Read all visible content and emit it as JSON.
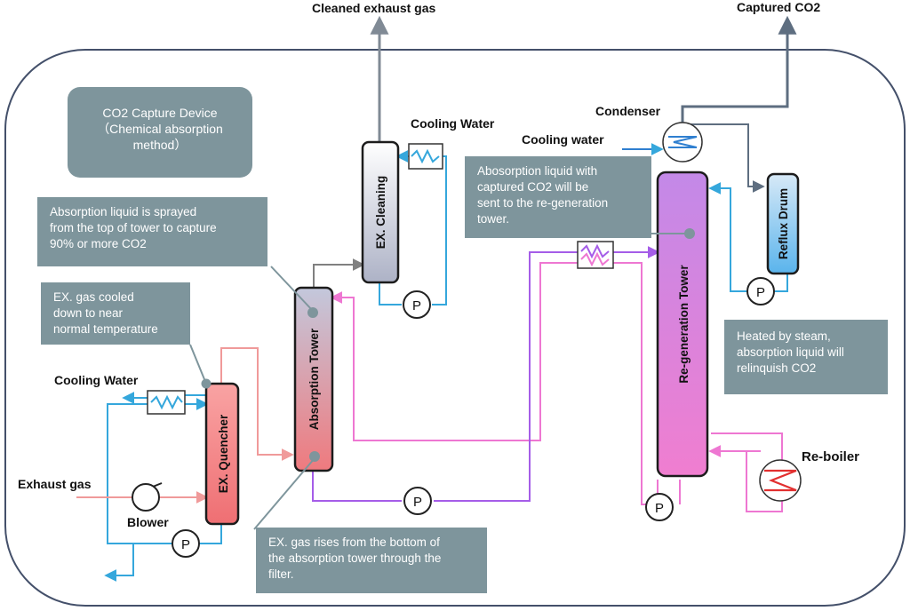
{
  "title_box": {
    "line1": "CO2 Capture Device",
    "line2": "（Chemical absorption",
    "line3": "method）"
  },
  "labels": {
    "cleaned_exhaust_gas": "Cleaned exhaust gas",
    "captured_co2": "Captured CO2",
    "condenser": "Condenser",
    "cooling_water_top": "Cooling Water",
    "cooling_water_condenser": "Cooling water",
    "cooling_water_left": "Cooling Water",
    "exhaust_gas": "Exhaust gas",
    "blower": "Blower",
    "reboiler": "Re-boiler",
    "pump": "P"
  },
  "vessels": {
    "quencher": "EX. Quencher",
    "absorption": "Absorption Tower",
    "cleaning": "EX. Cleaning",
    "regeneration": "Re-generation Tower",
    "reflux": "Reflux Drum"
  },
  "notes": {
    "sprayed": [
      "Absorption liquid is sprayed",
      "from the top of tower to capture",
      "90% or more CO2"
    ],
    "cooled": [
      "EX. gas cooled",
      "down to near",
      "normal temperature"
    ],
    "sent": [
      "Abosorption liquid with",
      "captured CO2 will be",
      "sent to the re-generation",
      "tower."
    ],
    "heated": [
      "Heated by steam,",
      "absorption liquid will",
      "relinquish CO2"
    ],
    "rises": [
      "EX. gas rises from the bottom of",
      "the absorption tower through the",
      "filter."
    ]
  },
  "colors": {
    "note_bg": "#7e959c",
    "gas_line": "#f09a9a",
    "water_line": "#35a7dc",
    "lean_line": "#a55de8",
    "rich_line": "#ee77d2",
    "co2_line": "#5e6e80",
    "exhaust_line": "#808a95"
  }
}
